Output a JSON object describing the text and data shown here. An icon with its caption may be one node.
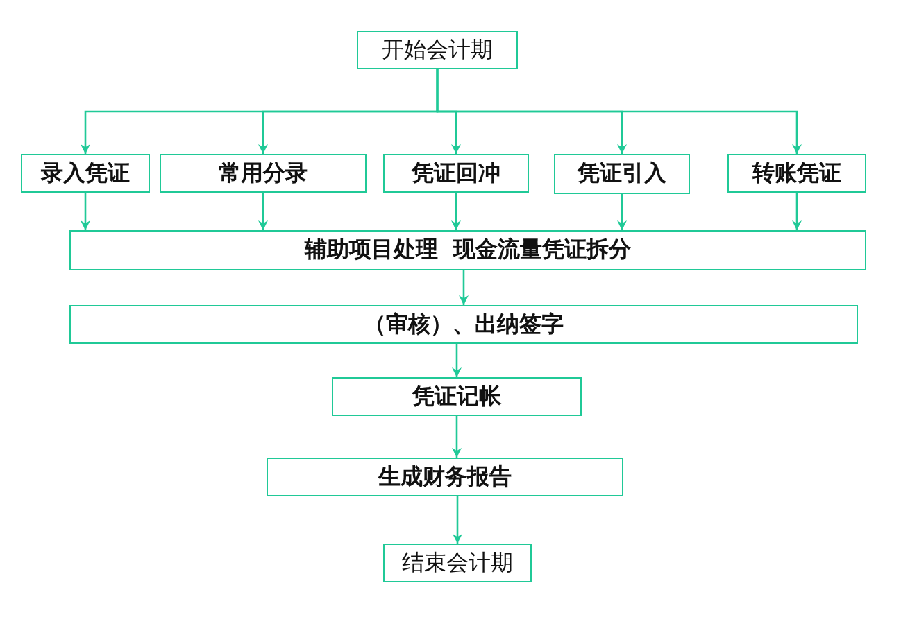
{
  "diagram": {
    "nodes": [
      {
        "text": [
          "开始会计期"
        ]
      },
      {
        "text": [
          "录入凭证"
        ]
      },
      {
        "text": [
          "常用分录"
        ]
      },
      {
        "text": [
          "凭证回冲"
        ]
      },
      {
        "text": [
          "凭证引入"
        ]
      },
      {
        "text": [
          "转账凭证"
        ]
      },
      {
        "text": [
          "辅助项目处理  现金流量凭证拆分"
        ]
      },
      {
        "text": [
          "（审核）、出纳签字"
        ]
      },
      {
        "text": [
          "凭证记帐"
        ]
      },
      {
        "text": [
          "生成财务报告"
        ]
      },
      {
        "text": [
          "结束会计期"
        ]
      }
    ],
    "edges": [
      {
        "from": 0,
        "to": 1,
        "arrow": "to"
      },
      {
        "from": 0,
        "to": 2,
        "arrow": "to"
      },
      {
        "from": 0,
        "to": 3,
        "arrow": "to"
      },
      {
        "from": 0,
        "to": 4,
        "arrow": "to"
      },
      {
        "from": 0,
        "to": 5,
        "arrow": "to"
      },
      {
        "from": 1,
        "to": 6,
        "arrow": "to"
      },
      {
        "from": 2,
        "to": 6,
        "arrow": "to"
      },
      {
        "from": 3,
        "to": 6,
        "arrow": "to"
      },
      {
        "from": 4,
        "to": 6,
        "arrow": "to"
      },
      {
        "from": 5,
        "to": 6,
        "arrow": "to"
      },
      {
        "from": 6,
        "to": 7,
        "arrow": "to"
      },
      {
        "from": 7,
        "to": 8,
        "arrow": "to"
      },
      {
        "from": 8,
        "to": 9,
        "arrow": "to"
      },
      {
        "from": 9,
        "to": 10,
        "arrow": "to"
      }
    ]
  }
}
